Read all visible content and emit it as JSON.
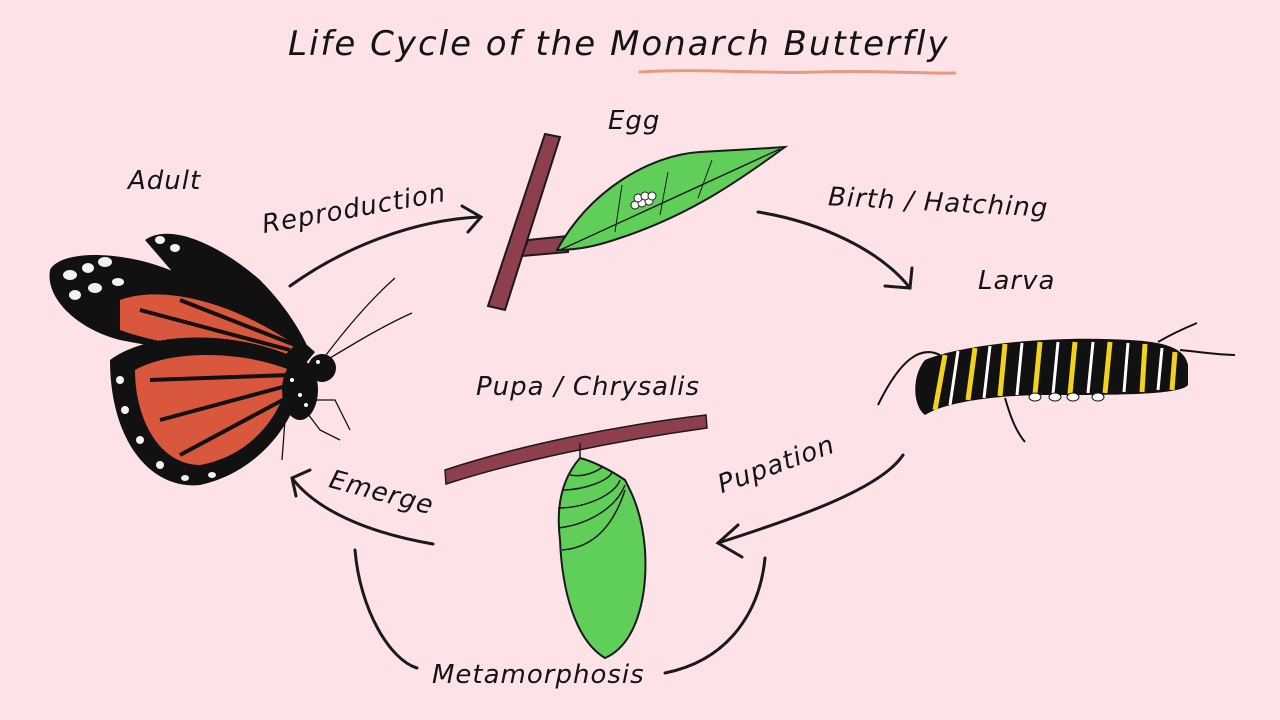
{
  "title": "Life Cycle of the Monarch Butterfly",
  "title_underline_words": "Monarch Butterfly",
  "colors": {
    "background": "#fde3e7",
    "ink": "#141414",
    "underline": "#e89a7e",
    "leaf_green": "#5fcf5a",
    "branch": "#8e3f4e",
    "wing_orange": "#d9573c",
    "larva_yellow": "#f2d21a"
  },
  "stages": {
    "egg": "Egg",
    "larva": "Larva",
    "pupa": "Pupa / Chrysalis",
    "adult": "Adult"
  },
  "processes": {
    "reproduction": "Reproduction",
    "hatching": "Birth / Hatching",
    "pupation": "Pupation",
    "emerge": "Emerge",
    "metamorphosis": "Metamorphosis"
  },
  "cycle_order": [
    "Adult",
    "Reproduction",
    "Egg",
    "Birth / Hatching",
    "Larva",
    "Pupation",
    "Pupa / Chrysalis",
    "Metamorphosis",
    "Emerge",
    "Adult"
  ]
}
